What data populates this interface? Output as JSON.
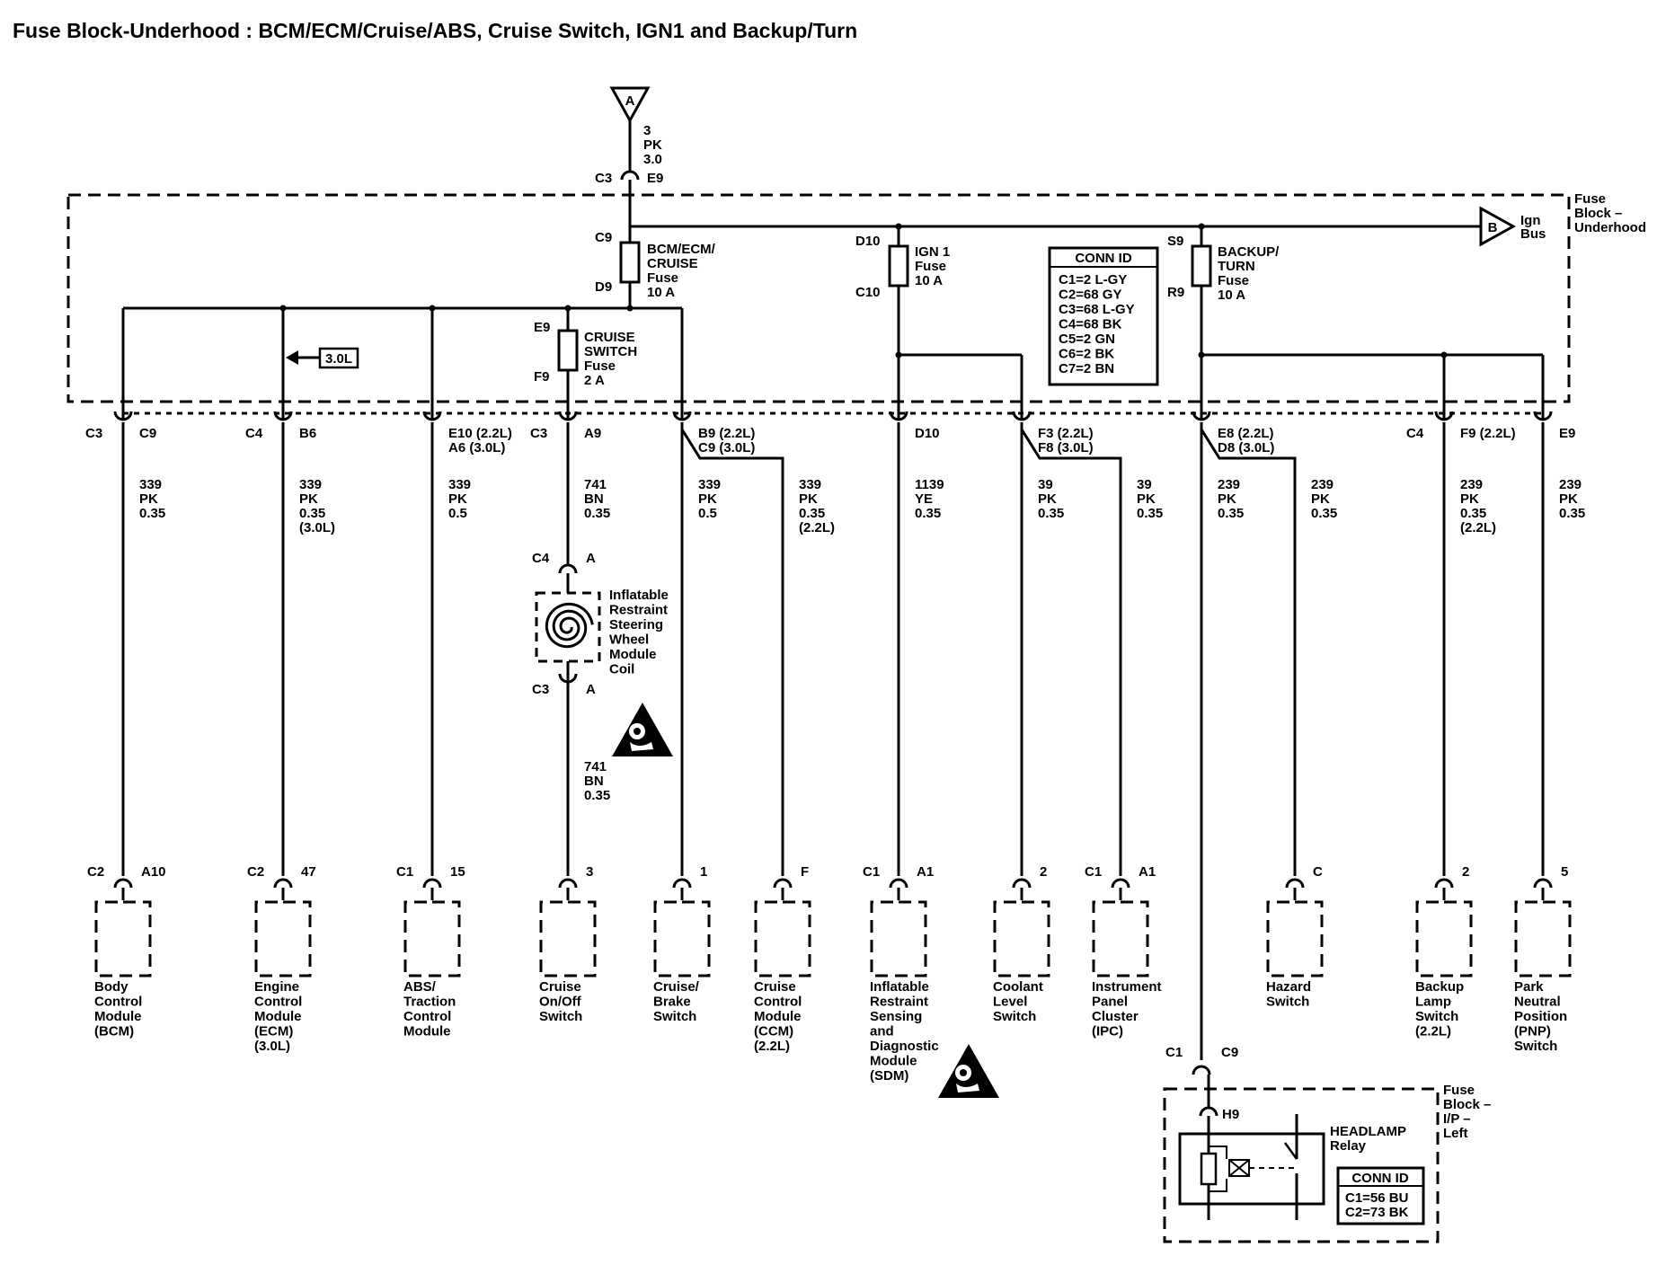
{
  "title": "Fuse Block-Underhood : BCM/ECM/Cruise/ABS, Cruise Switch, IGN1 and Backup/Turn",
  "input": {
    "ref": "A",
    "circuit": [
      "3",
      "PK",
      "3.0"
    ],
    "conn_left": "C3",
    "conn_right": "E9"
  },
  "fuse_block": {
    "label": [
      "Fuse",
      "Block –",
      "Underhood"
    ],
    "ign_bus_ref": "B",
    "ign_bus_label": [
      "Ign",
      "Bus"
    ],
    "shortcut_label": "3.0L",
    "conn_id": {
      "title": "CONN ID",
      "lines": [
        "C1=2 L-GY",
        "C2=68 GY",
        "C3=68 L-GY",
        "C4=68 BK",
        "C5=2 GN",
        "C6=2 BK",
        "C7=2 BN"
      ]
    },
    "fuses": [
      {
        "top": "C9",
        "bottom": "D9",
        "label": [
          "BCM/ECM/",
          "CRUISE",
          "Fuse",
          "10 A"
        ]
      },
      {
        "top": "D10",
        "bottom": "C10",
        "label": [
          "IGN 1",
          "Fuse",
          "10 A"
        ]
      },
      {
        "top": "S9",
        "bottom": "R9",
        "label": [
          "BACKUP/",
          "TURN",
          "Fuse",
          "10 A"
        ]
      },
      {
        "top": "E9",
        "bottom": "F9",
        "label": [
          "CRUISE",
          "SWITCH",
          "Fuse",
          "2 A"
        ]
      }
    ]
  },
  "outputs": [
    {
      "conn": [
        "C3",
        "C9"
      ],
      "circuit": [
        "339",
        "PK",
        "0.35"
      ],
      "end": [
        "C2",
        "A10"
      ],
      "component": [
        "Body",
        "Control",
        "Module",
        "(BCM)"
      ]
    },
    {
      "conn": [
        "C4",
        "B6"
      ],
      "circuit": [
        "339",
        "PK",
        "0.35",
        "(3.0L)"
      ],
      "end": [
        "C2",
        "47"
      ],
      "component": [
        "Engine",
        "Control",
        "Module",
        "(ECM)",
        "(3.0L)"
      ]
    },
    {
      "conn": [
        "",
        "E10 (2.2L)",
        "A6 (3.0L)"
      ],
      "circuit": [
        "339",
        "PK",
        "0.5"
      ],
      "end": [
        "C1",
        "15"
      ],
      "component": [
        "ABS/",
        "Traction",
        "Control",
        "Module"
      ]
    },
    {
      "conn": [
        "C3",
        "A9"
      ],
      "circuit": [
        "741",
        "BN",
        "0.35"
      ],
      "end": [
        "",
        "3"
      ],
      "component": [
        "Cruise",
        "On/Off",
        "Switch"
      ]
    },
    {
      "conn": [
        "",
        "B9 (2.2L)",
        "C9 (3.0L)"
      ],
      "circuit": [
        "339",
        "PK",
        "0.5"
      ],
      "end": [
        "",
        "1"
      ],
      "component": [
        "Cruise/",
        "Brake",
        "Switch"
      ]
    },
    {
      "conn": [],
      "circuit": [
        "339",
        "PK",
        "0.35",
        "(2.2L)"
      ],
      "end": [
        "",
        "F"
      ],
      "component": [
        "Cruise",
        "Control",
        "Module",
        "(CCM)",
        "(2.2L)"
      ]
    },
    {
      "conn": [
        "",
        "D10"
      ],
      "circuit": [
        "1139",
        "YE",
        "0.35"
      ],
      "end": [
        "C1",
        "A1"
      ],
      "component": [
        "Inflatable",
        "Restraint",
        "Sensing",
        "and",
        "Diagnostic",
        "Module",
        "(SDM)"
      ]
    },
    {
      "conn": [
        "",
        "F3 (2.2L)",
        "F8 (3.0L)"
      ],
      "circuit": [
        "39",
        "PK",
        "0.35"
      ],
      "end": [
        "",
        "2"
      ],
      "component": [
        "Coolant",
        "Level",
        "Switch"
      ]
    },
    {
      "conn": [],
      "circuit": [
        "39",
        "PK",
        "0.35"
      ],
      "end": [
        "C1",
        "A1"
      ],
      "component": [
        "Instrument",
        "Panel",
        "Cluster",
        "(IPC)"
      ]
    },
    {
      "conn": [
        "",
        "E8 (2.2L)",
        "D8 (3.0L)"
      ],
      "circuit": [
        "239",
        "PK",
        "0.35"
      ],
      "end": [
        "C1",
        "C9"
      ],
      "component": []
    },
    {
      "conn": [],
      "circuit": [
        "239",
        "PK",
        "0.35"
      ],
      "end": [
        "",
        "C"
      ],
      "component": [
        "Hazard",
        "Switch"
      ]
    },
    {
      "conn": [
        "C4",
        "F9 (2.2L)"
      ],
      "circuit": [
        "239",
        "PK",
        "0.35",
        "(2.2L)"
      ],
      "end": [
        "",
        "2"
      ],
      "component": [
        "Backup",
        "Lamp",
        "Switch",
        "(2.2L)"
      ]
    },
    {
      "conn": [
        "",
        "E9"
      ],
      "circuit": [
        "239",
        "PK",
        "0.35"
      ],
      "end": [
        "",
        "5"
      ],
      "component": [
        "Park",
        "Neutral",
        "Position",
        "(PNP)",
        "Switch"
      ]
    }
  ],
  "clockspring": {
    "top_conn": [
      "C4",
      "A"
    ],
    "bottom_conn": [
      "C3",
      "A"
    ],
    "label": [
      "Inflatable",
      "Restraint",
      "Steering",
      "Wheel",
      "Module",
      "Coil"
    ],
    "circuit_below": [
      "741",
      "BN",
      "0.35"
    ]
  },
  "ip_fuse_block": {
    "label": [
      "Fuse",
      "Block –",
      "I/P –",
      "Left"
    ],
    "pin": "H9",
    "relay_label": [
      "HEADLAMP",
      "Relay"
    ],
    "conn_id": {
      "title": "CONN ID",
      "lines": [
        "C1=56 BU",
        "C2=73 BK"
      ]
    }
  },
  "icons": [
    "airbag-warning-icon",
    "clockspring-coil-icon"
  ]
}
